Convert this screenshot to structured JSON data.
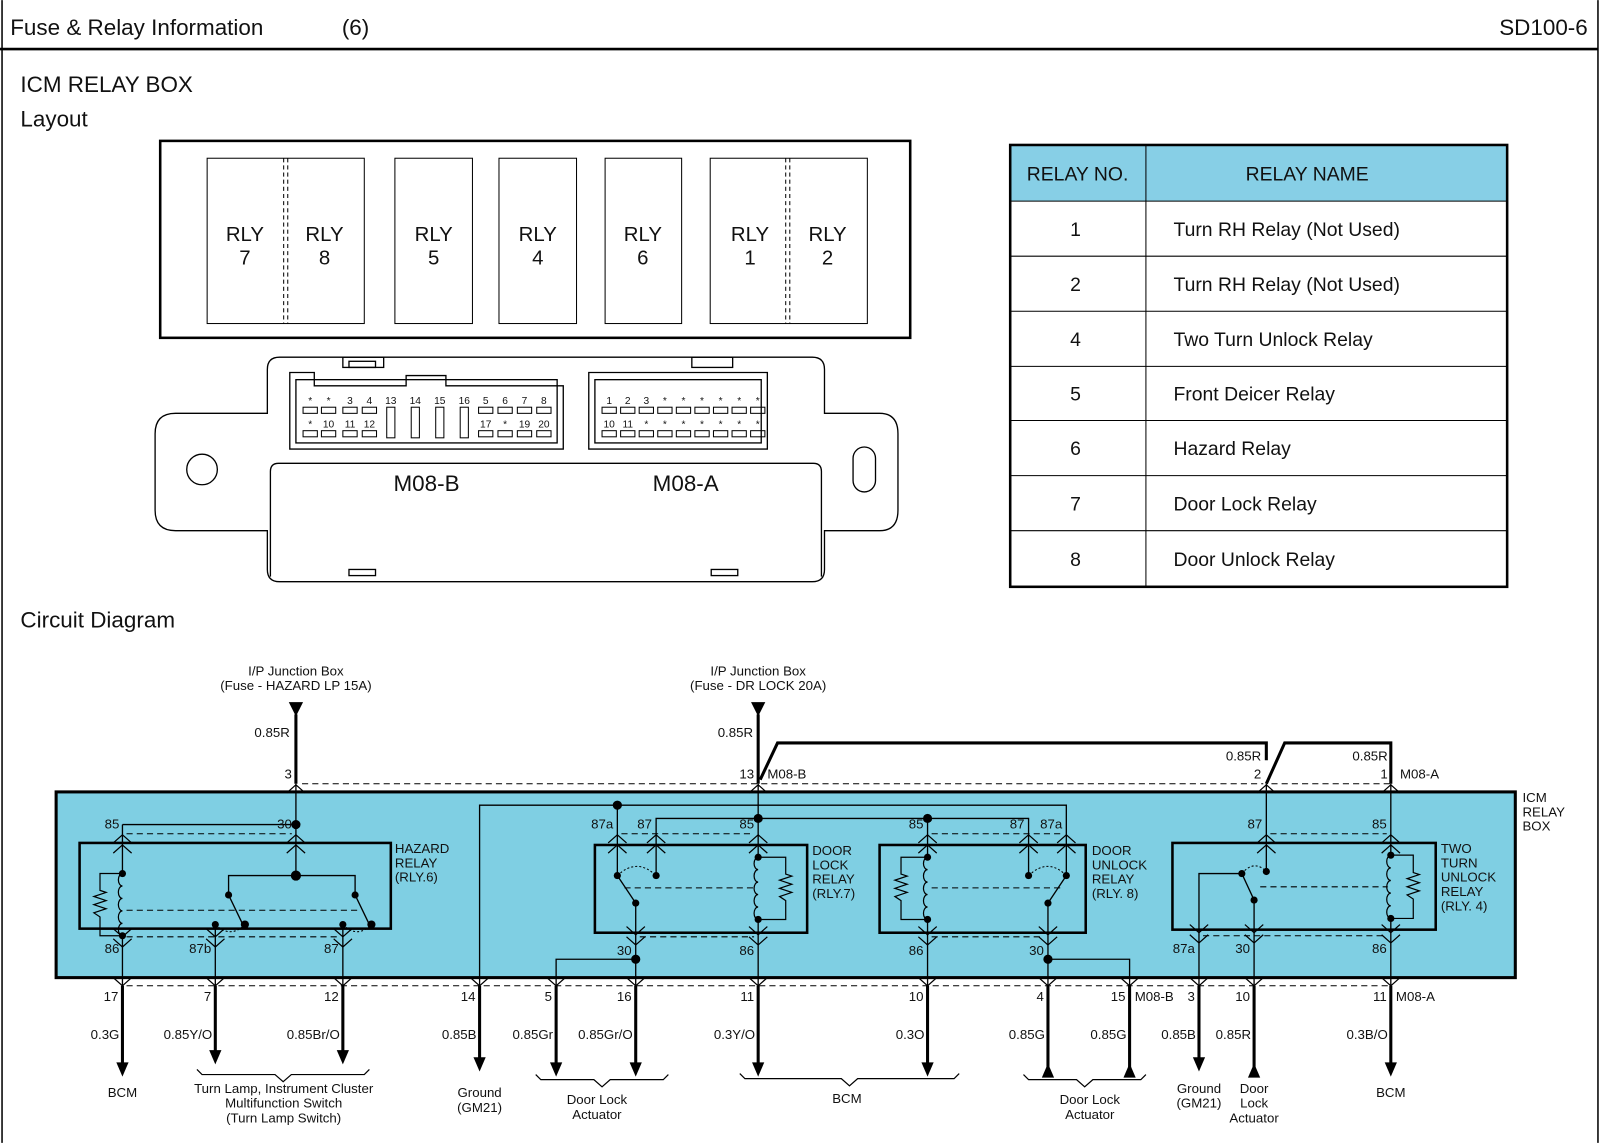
{
  "header": {
    "title": "Fuse & Relay Information",
    "page_num": "(6)",
    "code": "SD100-6"
  },
  "section": {
    "title": "ICM RELAY BOX",
    "layout_label": "Layout",
    "circuit_label": "Circuit Diagram"
  },
  "layout": {
    "relays": [
      {
        "label": "RLY",
        "num": "7"
      },
      {
        "label": "RLY",
        "num": "8"
      },
      {
        "label": "RLY",
        "num": "5"
      },
      {
        "label": "RLY",
        "num": "4"
      },
      {
        "label": "RLY",
        "num": "6"
      },
      {
        "label": "RLY",
        "num": "1"
      },
      {
        "label": "RLY",
        "num": "2"
      }
    ],
    "connectors": [
      {
        "name": "M08-B",
        "top_row": [
          "*",
          "*",
          "3",
          "4",
          "13",
          "14",
          "15",
          "16",
          "5",
          "6",
          "7",
          "8"
        ],
        "bottom_row": [
          "*",
          "10",
          "11",
          "12",
          "17",
          "*",
          "19",
          "20"
        ]
      },
      {
        "name": "M08-A",
        "top_row": [
          "1",
          "2",
          "3",
          "*",
          "*",
          "*",
          "*",
          "*",
          "*"
        ],
        "bottom_row": [
          "10",
          "11",
          "*",
          "*",
          "*",
          "*",
          "*",
          "*",
          "*"
        ]
      }
    ]
  },
  "table": {
    "headers": [
      "RELAY NO.",
      "RELAY NAME"
    ],
    "rows": [
      [
        "1",
        "Turn RH Relay (Not Used)"
      ],
      [
        "2",
        "Turn RH Relay (Not Used)"
      ],
      [
        "4",
        "Two Turn Unlock Relay"
      ],
      [
        "5",
        "Front Deicer Relay"
      ],
      [
        "6",
        "Hazard Relay"
      ],
      [
        "7",
        "Door Lock Relay"
      ],
      [
        "8",
        "Door Unlock Relay"
      ]
    ],
    "header_color": "#87cfe6"
  },
  "circuit": {
    "box_color": "#7fcfe3",
    "box_label": [
      "ICM",
      "RELAY",
      "BOX"
    ],
    "sources": [
      {
        "name": "I/P Junction Box",
        "fuse": "(Fuse - HAZARD LP 15A)",
        "wire": "0.85R",
        "pin": "3"
      },
      {
        "name": "I/P Junction Box",
        "fuse": "(Fuse - DR LOCK 20A)",
        "wire": "0.85R",
        "pin": "13",
        "connector": "M08-B"
      },
      {
        "wire": "0.85R",
        "pin": "2"
      },
      {
        "wire": "0.85R",
        "pin": "1",
        "connector": "M08-A"
      }
    ],
    "relays": [
      {
        "label": [
          "HAZARD",
          "RELAY",
          "(RLY.6)"
        ],
        "terminals": [
          "85",
          "30",
          "86",
          "87b",
          "87"
        ]
      },
      {
        "label": [
          "DOOR",
          "LOCK",
          "RELAY",
          "(RLY.7)"
        ],
        "terminals": [
          "87a",
          "87",
          "85",
          "30",
          "86"
        ]
      },
      {
        "label": [
          "DOOR",
          "UNLOCK",
          "RELAY",
          "(RLY. 8)"
        ],
        "terminals": [
          "85",
          "87",
          "87a",
          "86",
          "30"
        ]
      },
      {
        "label": [
          "TWO",
          "TURN",
          "UNLOCK",
          "RELAY",
          "(RLY. 4)"
        ],
        "terminals": [
          "87",
          "85",
          "87a",
          "30",
          "86"
        ]
      }
    ],
    "outputs": [
      {
        "pin": "17",
        "wire": "0.3G"
      },
      {
        "pin": "7",
        "wire": "0.85Y/O"
      },
      {
        "pin": "12",
        "wire": "0.85Br/O"
      },
      {
        "pin": "14",
        "wire": "0.85B"
      },
      {
        "pin": "5",
        "wire": "0.85Gr"
      },
      {
        "pin": "16",
        "wire": "0.85Gr/O"
      },
      {
        "pin": "11",
        "wire": "0.3Y/O"
      },
      {
        "pin": "10",
        "wire": "0.3O"
      },
      {
        "pin": "4",
        "wire": "0.85G"
      },
      {
        "pin": "15",
        "wire": "0.85G",
        "connector": "M08-B"
      },
      {
        "pin": "3",
        "wire": "0.85B"
      },
      {
        "pin": "10",
        "wire": "0.85R"
      },
      {
        "pin": "11",
        "wire": "0.3B/O",
        "connector": "M08-A"
      }
    ],
    "destinations": [
      {
        "lines": [
          "BCM"
        ]
      },
      {
        "lines": [
          "Turn Lamp, Instrument Cluster",
          "Multifunction Switch",
          "(Turn Lamp Switch)"
        ]
      },
      {
        "lines": [
          "Ground",
          "(GM21)"
        ]
      },
      {
        "lines": [
          "Door Lock",
          "Actuator"
        ]
      },
      {
        "lines": [
          "BCM"
        ]
      },
      {
        "lines": [
          "Door Lock",
          "Actuator"
        ]
      },
      {
        "lines": [
          "Ground",
          "(GM21)"
        ]
      },
      {
        "lines": [
          "Door",
          "Lock",
          "Actuator"
        ]
      },
      {
        "lines": [
          "BCM"
        ]
      }
    ]
  }
}
